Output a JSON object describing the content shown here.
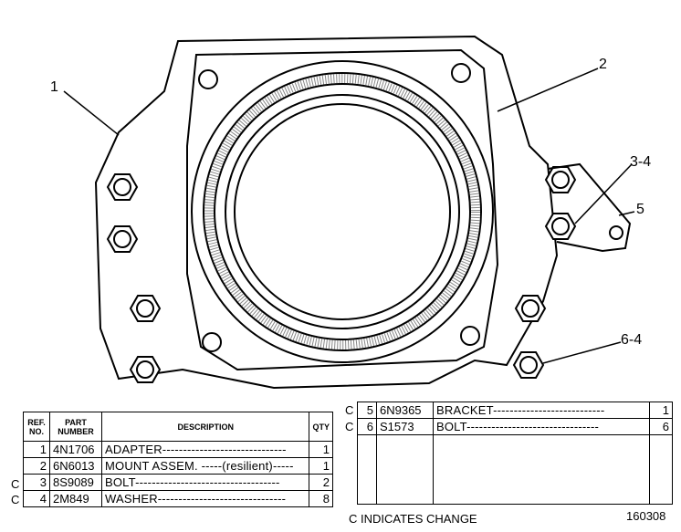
{
  "callouts": {
    "c1": "1",
    "c2": "2",
    "c3": "3-4",
    "c5": "5",
    "c6": "6-4"
  },
  "table_left": {
    "headers": {
      "ref": "REF. NO.",
      "part": "PART NUMBER",
      "desc": "DESCRIPTION",
      "qty": "QTY"
    },
    "rows": [
      {
        "change": "",
        "ref": "1",
        "part": "4N1706",
        "desc": "ADAPTER------------------------------",
        "qty": "1"
      },
      {
        "change": "",
        "ref": "2",
        "part": "6N6013",
        "desc": "MOUNT ASSEM. -----(resilient)-----",
        "qty": "1"
      },
      {
        "change": "C",
        "ref": "3",
        "part": "8S9089",
        "desc": "BOLT-----------------------------------",
        "qty": "2"
      },
      {
        "change": "C",
        "ref": "4",
        "part": "2M849",
        "desc": "WASHER-------------------------------",
        "qty": "8"
      }
    ]
  },
  "table_right": {
    "rows": [
      {
        "change": "C",
        "ref": "5",
        "part": "6N9365",
        "desc": "BRACKET---------------------------",
        "qty": "1"
      },
      {
        "change": "C",
        "ref": "6",
        "part": "S1573",
        "desc": "BOLT--------------------------------",
        "qty": "6"
      }
    ]
  },
  "footer": {
    "note": "C INDICATES CHANGE",
    "illustration_number": "160308"
  }
}
